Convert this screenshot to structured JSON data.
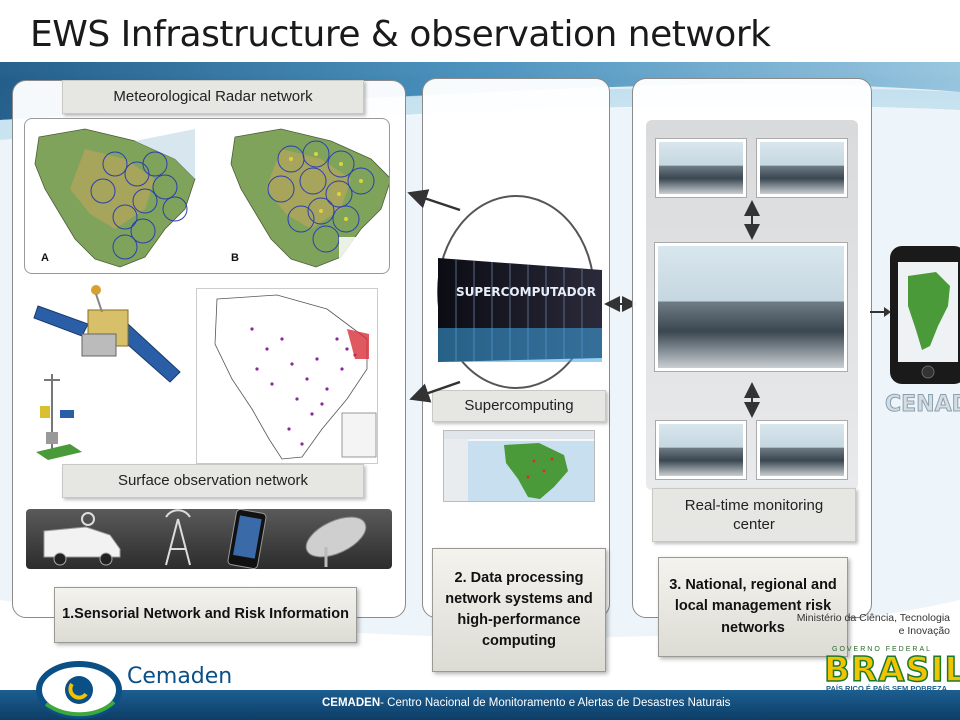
{
  "title": "EWS Infrastructure & observation network",
  "panel1": {
    "radar_label": "Meteorological Radar network",
    "map_a_letter": "A",
    "map_b_letter": "B",
    "surface_label": "Surface observation network",
    "caption": "1.Sensorial Network and Risk Information"
  },
  "panel2": {
    "supercomputer_banner": "SUPERCOMPUTADOR",
    "supercomputing_label": "Supercomputing",
    "caption": "2. Data processing network systems and high-performance computing"
  },
  "panel3": {
    "monitoring_label": "Real-time monitoring center",
    "caption": "3. National, regional and local management risk networks"
  },
  "phone_brand": "CENAD",
  "footer": {
    "org_name": "Cemaden",
    "org_bold": "CEMADEN",
    "org_full": "- Centro Nacional de Monitoramento e Alertas de Desastres Naturais",
    "ministerio": "Ministério da Ciência, Tecnologia e Inovação",
    "governo": "GOVERNO FEDERAL",
    "brasil": "BRASIL",
    "slogan": "PAÍS RICO É PAÍS SEM POBREZA"
  },
  "colors": {
    "footer_blue": "#0d3d66",
    "swoosh_blue": "#1f6ea3",
    "label_gray": "#e6e6e2"
  }
}
